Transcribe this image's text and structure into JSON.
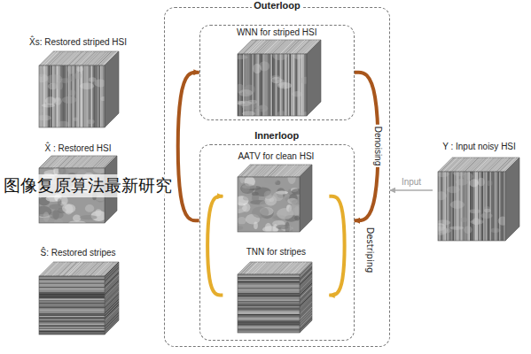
{
  "diagram": {
    "nodes": [
      {
        "text": [
          "Outerloop"
        ]
      },
      {
        "text": [
          "WNN for striped HSI"
        ],
        "in": 0
      },
      {
        "text": [
          "Innerloop"
        ],
        "in": 0
      },
      {
        "text": [
          "AATV for clean HSI"
        ],
        "in": 2
      },
      {
        "text": [
          "TNN for stripes"
        ],
        "in": 2
      },
      {
        "text": [
          "Y : Input noisy HSI"
        ]
      },
      {
        "text": [
          "X̂s: Restored striped HSI"
        ]
      },
      {
        "text": [
          "X̂ : Restored HSI"
        ]
      },
      {
        "text": [
          "Ŝ: Restored stripes"
        ]
      }
    ],
    "edges": [
      {
        "from": 5,
        "to": 0,
        "label": "Input",
        "arrow": "to"
      },
      {
        "from": 1,
        "to": 2,
        "label": "Denoising",
        "arrow": "to"
      },
      {
        "from": 2,
        "to": 1,
        "arrow": "to"
      },
      {
        "from": 3,
        "to": 4,
        "arrow": "to"
      },
      {
        "from": 4,
        "to": 3,
        "arrow": "to"
      }
    ],
    "labels": [
      "Destriping",
      "图像复原算法最新研究"
    ]
  }
}
